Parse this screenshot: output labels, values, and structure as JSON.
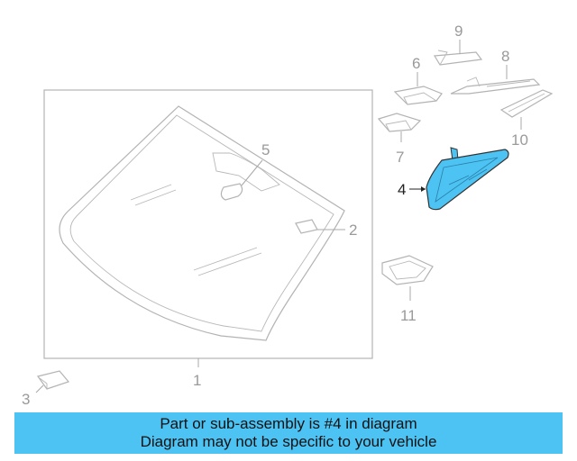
{
  "callouts": {
    "c1": "1",
    "c2": "2",
    "c3": "3",
    "c4": "4",
    "c5": "5",
    "c6": "6",
    "c7": "7",
    "c8": "8",
    "c9": "9",
    "c10": "10",
    "c11": "11"
  },
  "highlight": {
    "part_number": "4",
    "color": "#4dc3f3"
  },
  "banner": {
    "line1": "Part or sub-assembly is #4 in diagram",
    "line2": "Diagram may not be specific to your vehicle",
    "color": "#4dc3f3"
  }
}
